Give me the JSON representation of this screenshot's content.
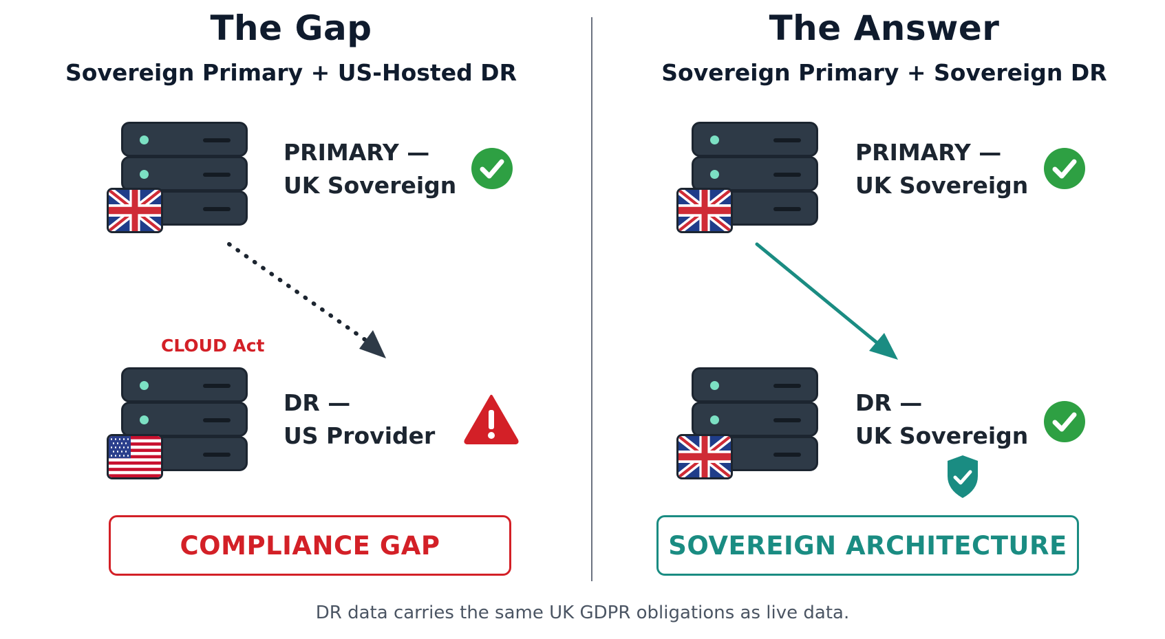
{
  "left": {
    "title": "The Gap",
    "subtitle": "Sovereign Primary + US-Hosted DR",
    "primary": {
      "line1": "PRIMARY —",
      "line2": "UK Sovereign",
      "status": "check-icon"
    },
    "dr": {
      "line1": "DR —",
      "line2": "US Provider",
      "status": "warning-icon"
    },
    "risk_label": "CLOUD Act",
    "verdict": "COMPLIANCE GAP"
  },
  "right": {
    "title": "The Answer",
    "subtitle": "Sovereign Primary + Sovereign DR",
    "primary": {
      "line1": "PRIMARY —",
      "line2": "UK Sovereign",
      "status": "check-icon"
    },
    "dr": {
      "line1": "DR —",
      "line2": "UK Sovereign",
      "status": "check-icon"
    },
    "verdict": "SOVEREIGN ARCHITECTURE"
  },
  "caption": "DR data carries the same UK GDPR obligations as live data.",
  "colors": {
    "danger": "#d32027",
    "success": "#2ea043",
    "teal": "#1a8c82",
    "server": "#2e3a47",
    "led": "#7ce0c3"
  }
}
